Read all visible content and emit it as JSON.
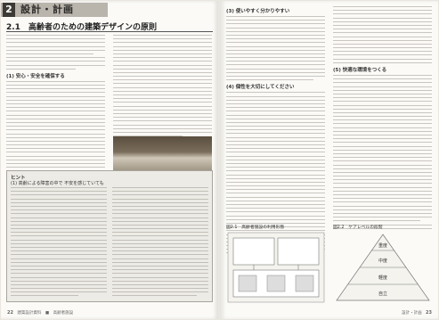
{
  "left_page": {
    "chapter_number": "2",
    "chapter_title": "設計・計画",
    "section_title": "2.1　高齢者のための建築デザインの原則",
    "subheadings": [
      "(1) 安心・安全を確保する"
    ],
    "photo_caption": "",
    "column": {
      "heading": "ヒント",
      "subheading": "(1) 高齢による障害の中で 不安を感じていても"
    },
    "folio": {
      "page": "22",
      "text": "建築設計資料　■　高齢者施設"
    }
  },
  "right_page": {
    "subheadings": [
      "(3) 使いやすく分かりやすい",
      "(4) 個性を大切にしてください",
      "(5) 快適な環境をつくる"
    ],
    "figure1_title": "図2.1　高齢者施設の利用形態",
    "figure2_title": "図2.2　ケアレベルの段階",
    "pyramid_labels": [
      "重度",
      "中度",
      "軽度",
      "自立"
    ],
    "folio": {
      "page": "23",
      "text": "設計・計画"
    }
  },
  "colors": {
    "accent": "#3d3a36",
    "tab": "#b9b5ad",
    "column_bg": "#ecebe5"
  }
}
